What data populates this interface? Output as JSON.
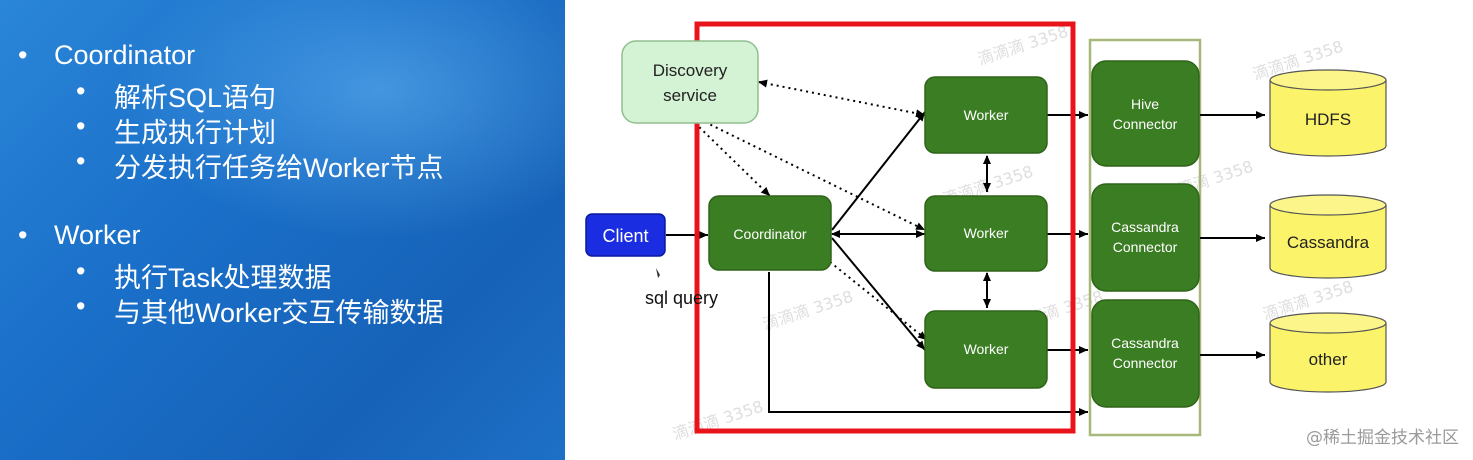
{
  "bullets": {
    "coordinator": {
      "title": "Coordinator",
      "items": [
        "解析SQL语句",
        "生成执行计划",
        "分发执行任务给Worker节点"
      ]
    },
    "worker": {
      "title": "Worker",
      "items": [
        "执行Task处理数据",
        "与其他Worker交互传输数据"
      ]
    }
  },
  "diagram": {
    "discovery_line1": "Discovery",
    "discovery_line2": "service",
    "client": "Client",
    "sql_query": "sql query",
    "coordinator": "Coordinator",
    "workers": [
      "Worker",
      "Worker",
      "Worker"
    ],
    "connectors": [
      {
        "line1": "Hive",
        "line2": "Connector"
      },
      {
        "line1": "Cassandra",
        "line2": "Connector"
      },
      {
        "line1": "Cassandra",
        "line2": "Connector"
      }
    ],
    "stores": [
      "HDFS",
      "Cassandra",
      "other"
    ]
  },
  "watermark": "滴滴滴 3358",
  "credit": "@稀土掘金技术社区",
  "colors": {
    "highlight_box": "#e8141a",
    "node_green": "#3b7d23",
    "client_blue": "#1a2de0",
    "discovery_fill": "#d4f2d4",
    "store_fill": "#fbf36a",
    "connector_frame": "#a8b77a"
  }
}
